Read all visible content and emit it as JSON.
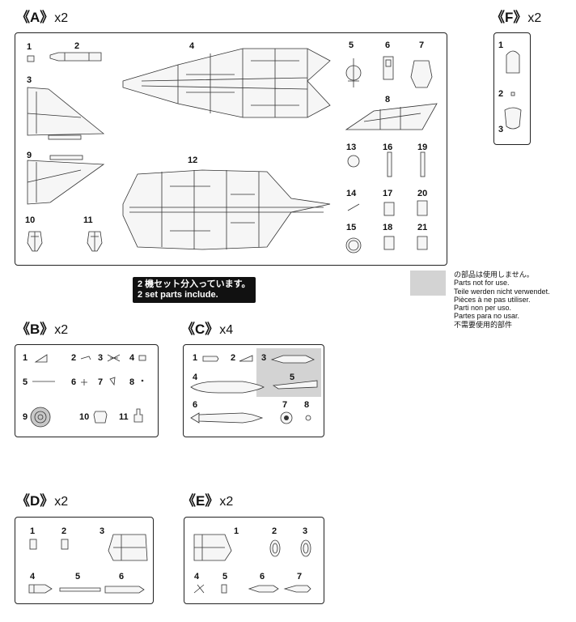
{
  "sprues": {
    "A": {
      "title": "《A》",
      "count": "x2"
    },
    "B": {
      "title": "《B》",
      "count": "x2"
    },
    "C": {
      "title": "《C》",
      "count": "x4"
    },
    "D": {
      "title": "《D》",
      "count": "x2"
    },
    "E": {
      "title": "《E》",
      "count": "x2"
    },
    "F": {
      "title": "《F》",
      "count": "x2"
    }
  },
  "parts": {
    "A": [
      "1",
      "2",
      "3",
      "4",
      "5",
      "6",
      "7",
      "8",
      "9",
      "10",
      "11",
      "12",
      "13",
      "14",
      "15",
      "16",
      "17",
      "18",
      "19",
      "20",
      "21"
    ],
    "B": [
      "1",
      "2",
      "3",
      "4",
      "5",
      "6",
      "7",
      "8",
      "9",
      "10",
      "11"
    ],
    "C": [
      "1",
      "2",
      "3",
      "4",
      "5",
      "6",
      "7",
      "8"
    ],
    "D": [
      "1",
      "2",
      "3",
      "4",
      "5",
      "6"
    ],
    "E": [
      "1",
      "2",
      "3",
      "4",
      "5",
      "6",
      "7"
    ],
    "F": [
      "1",
      "2",
      "3"
    ]
  },
  "banner": {
    "line1": "2 機セット分入っています。",
    "line2": "2 set parts include."
  },
  "legend": {
    "lines": [
      "の部品は使用しません。",
      "Parts not for use.",
      "Teile werden nicht verwendet.",
      "Pièces à ne pas utiliser.",
      "Parti non per uso.",
      "Partes para no usar.",
      "不需要使用的部件"
    ],
    "swatch_color": "#d3d3d3"
  }
}
